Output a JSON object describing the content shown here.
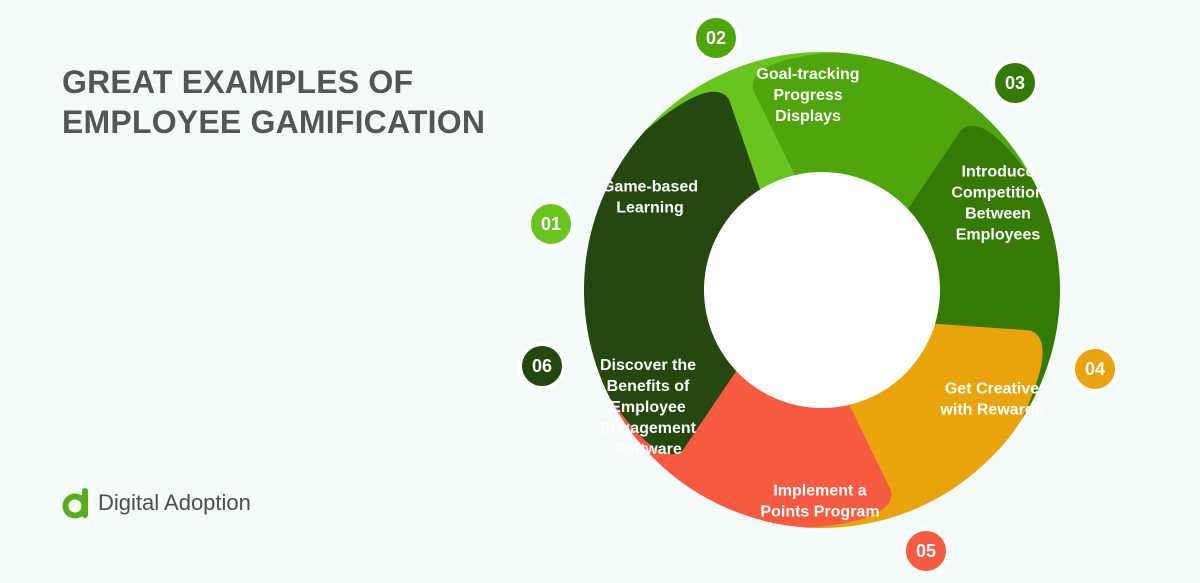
{
  "title": {
    "line1": "GREAT EXAMPLES OF",
    "line2": "EMPLOYEE GAMIFICATION"
  },
  "brand": {
    "name": "Digital Adoption",
    "logo_icon": "digital-adoption-logo-icon",
    "logo_color": "#5aab1e"
  },
  "diagram": {
    "segments": [
      {
        "number": "01",
        "label_lines": [
          "Game-based",
          "Learning"
        ],
        "color": "#6ac41e"
      },
      {
        "number": "02",
        "label_lines": [
          "Goal-tracking",
          "Progress",
          "Displays"
        ],
        "color": "#4ea50c"
      },
      {
        "number": "03",
        "label_lines": [
          "Introduce",
          "Competition",
          "Between",
          "Employees"
        ],
        "color": "#367a06"
      },
      {
        "number": "04",
        "label_lines": [
          "Get Creative",
          "with Rewards"
        ],
        "color": "#e9a40c"
      },
      {
        "number": "05",
        "label_lines": [
          "Implement a",
          "Points Program"
        ],
        "color": "#f65a40"
      },
      {
        "number": "06",
        "label_lines": [
          "Discover the",
          "Benefits of",
          "Employee",
          "Engagement",
          "Software"
        ],
        "color": "#254710"
      }
    ]
  }
}
